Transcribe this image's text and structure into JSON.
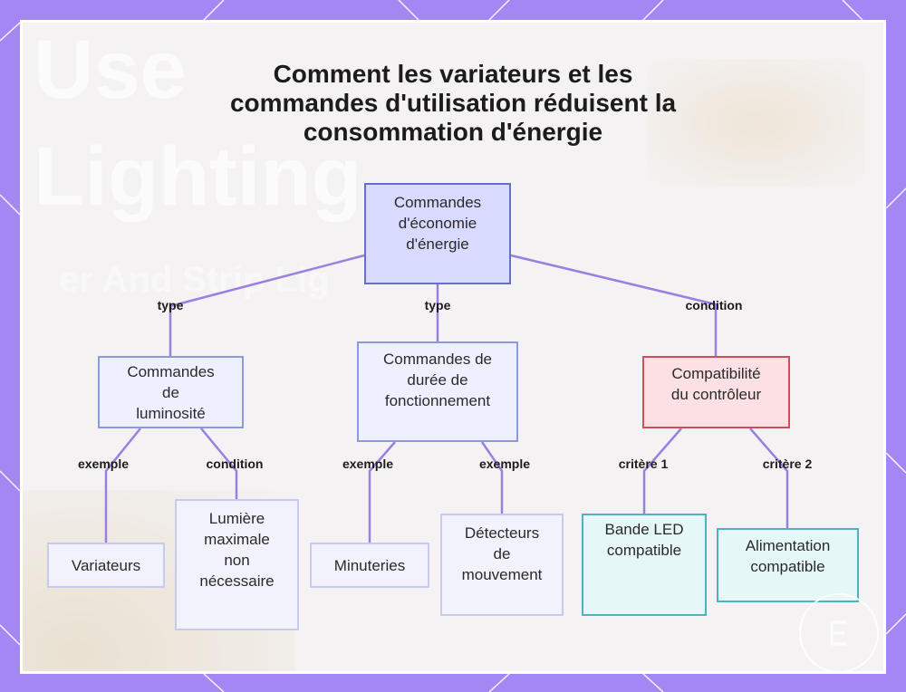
{
  "title": {
    "line1": "Comment les variateurs et les",
    "line2": "commandes d'utilisation réduisent la",
    "line3": "consommation d'énergie"
  },
  "background": {
    "word1": "Use",
    "word2": "Lighting",
    "word3": "er And Strip Lig"
  },
  "nodes": {
    "root": [
      "Commandes",
      "d'économie",
      "d'énergie"
    ],
    "luminosite": [
      "Commandes",
      "de",
      "luminosité"
    ],
    "duree": [
      "Commandes de",
      "durée de",
      "fonctionnement"
    ],
    "compatibilite": [
      "Compatibilité",
      "du contrôleur"
    ],
    "variateurs": [
      "Variateurs"
    ],
    "lumiere": [
      "Lumière",
      "maximale",
      "non",
      "nécessaire"
    ],
    "minuteries": [
      "Minuteries"
    ],
    "detecteurs": [
      "Détecteurs",
      "de",
      "mouvement"
    ],
    "bande": [
      "Bande LED",
      "compatible"
    ],
    "alimentation": [
      "Alimentation",
      "compatible"
    ]
  },
  "edge_labels": {
    "type_left": "type",
    "type_mid": "type",
    "condition_right": "condition",
    "exemple_1": "exemple",
    "condition_1": "condition",
    "exemple_2": "exemple",
    "exemple_3": "exemple",
    "critere_1": "critère 1",
    "critere_2": "critère 2"
  },
  "colors": {
    "frame": "#a487f3",
    "connector": "#9b7fe0",
    "root_fill": "#d8dbff",
    "compat_border": "#d34b5d",
    "teal_border": "#4fb2c0"
  }
}
